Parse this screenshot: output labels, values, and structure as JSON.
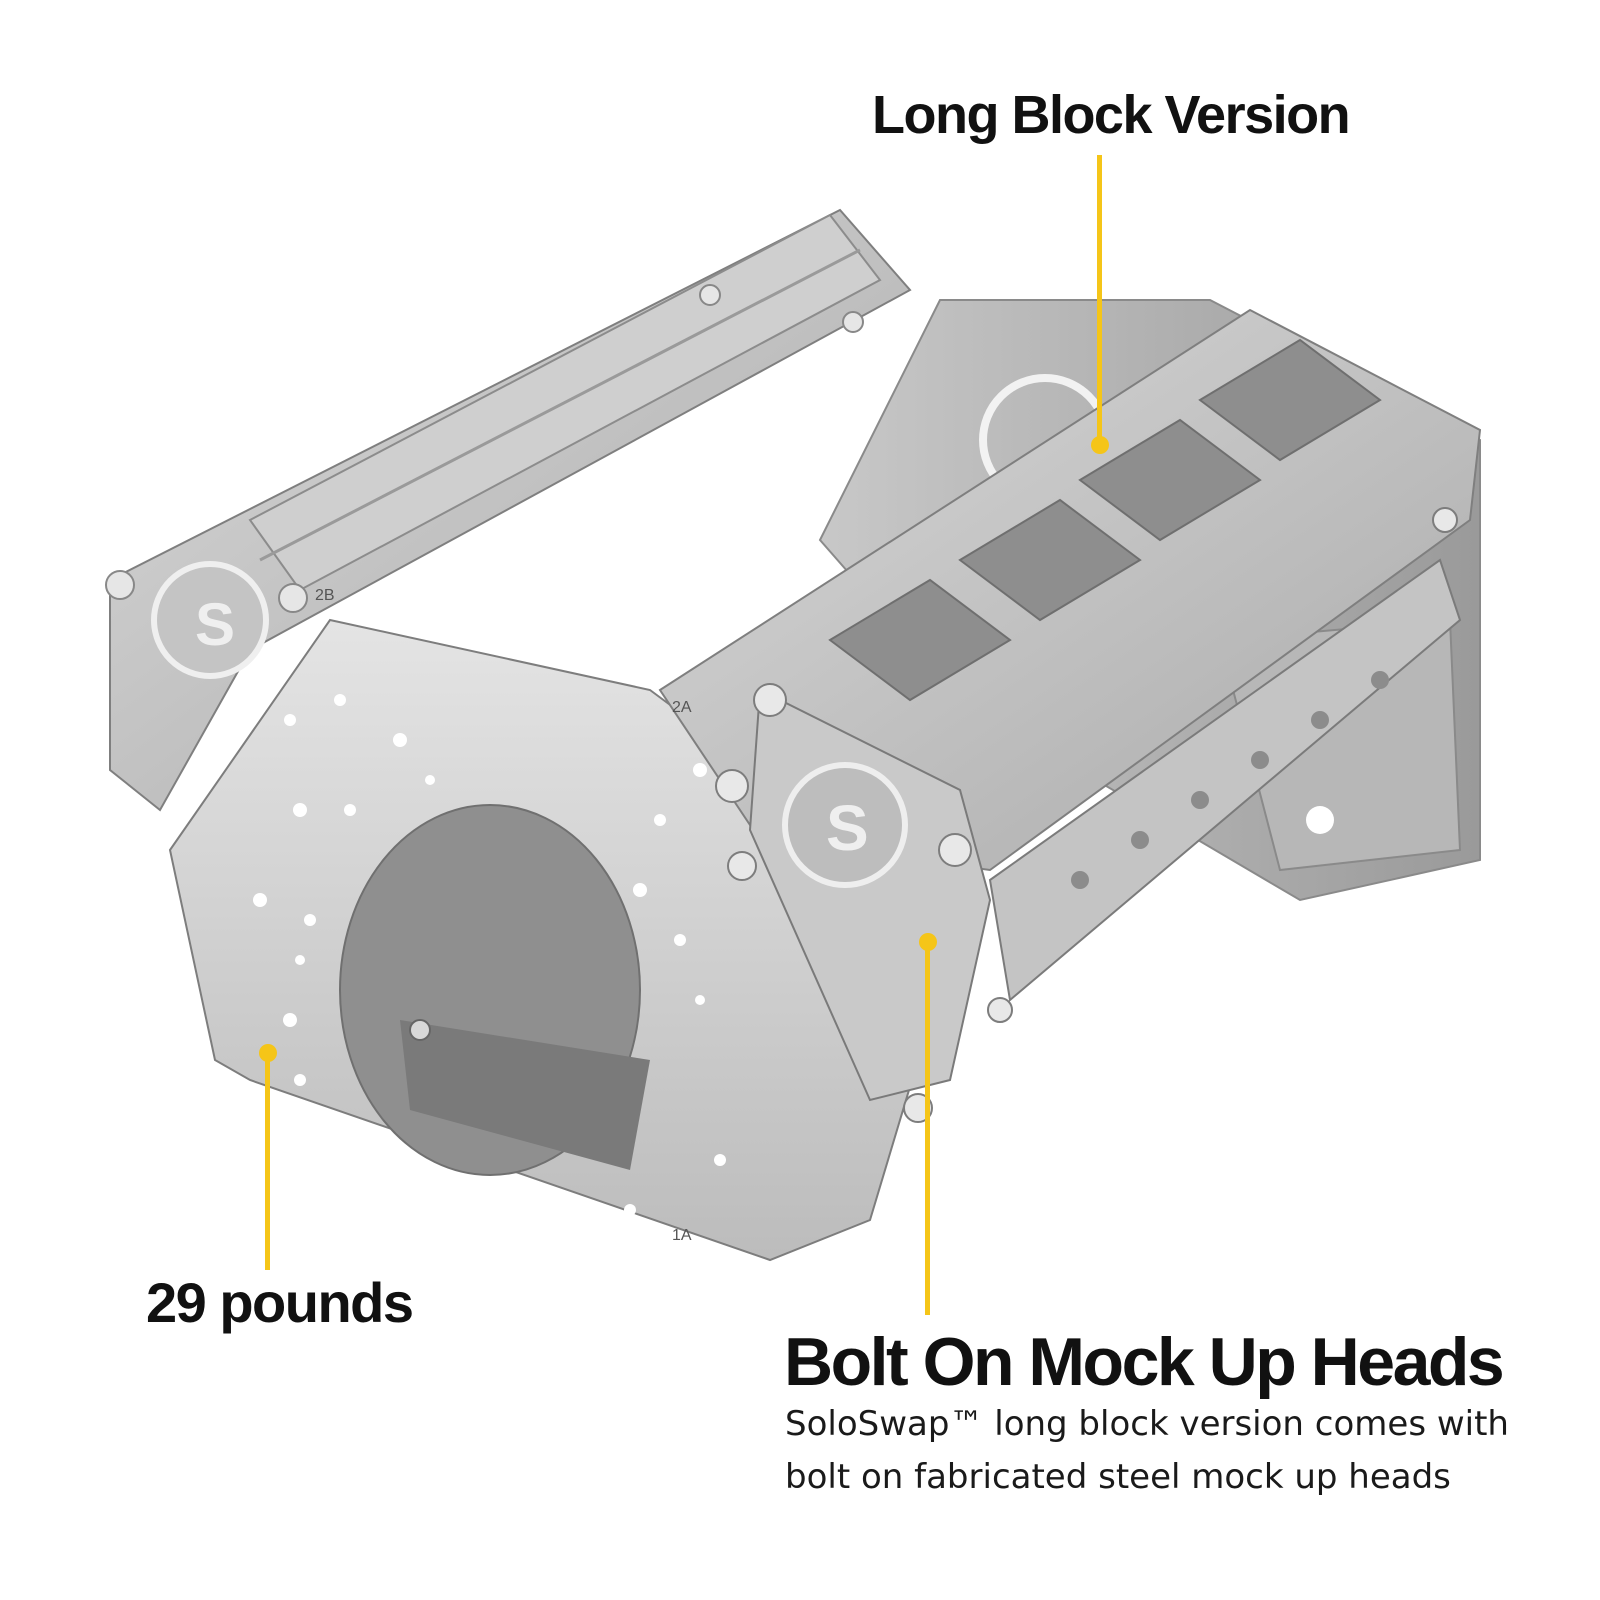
{
  "accent_color": "#f5c518",
  "product_image": {
    "subject": "fabricated steel engine block mock-up frame",
    "markings": [
      "2B",
      "2A",
      "1A",
      "S"
    ]
  },
  "callouts": {
    "long_block": {
      "label": "Long Block Version"
    },
    "weight": {
      "label": "29 pounds"
    },
    "heads": {
      "label": "Bolt On Mock Up Heads",
      "description_line1": "SoloSwap™ long block version comes with",
      "description_line2": "bolt on fabricated steel mock up heads"
    }
  }
}
